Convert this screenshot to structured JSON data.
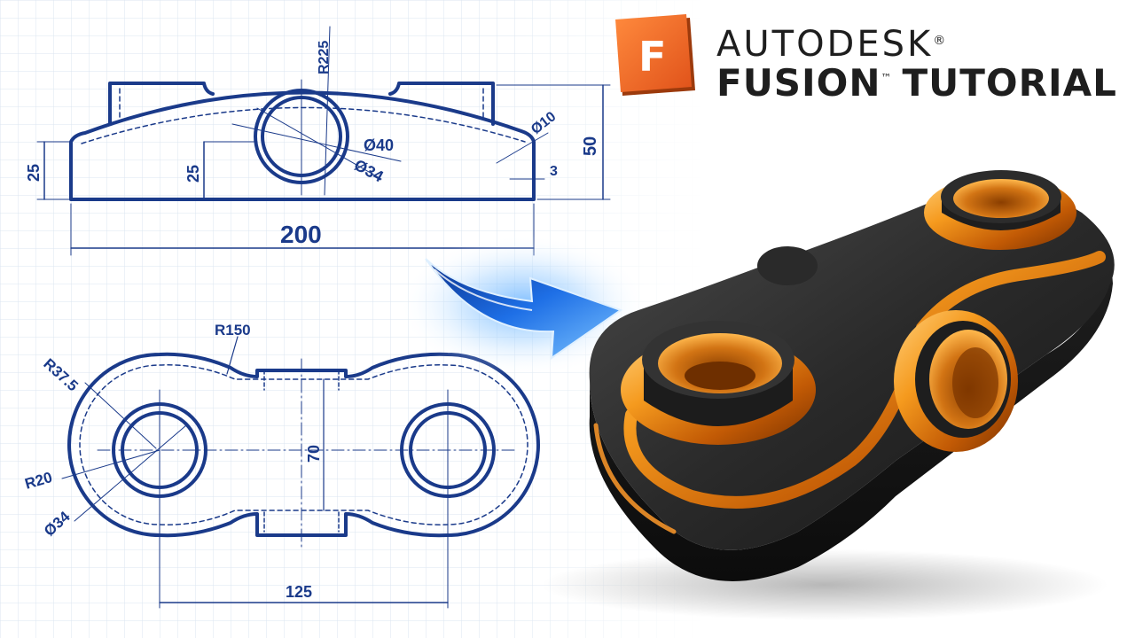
{
  "brand": {
    "logo_letter": "F",
    "line1": "AUTODESK",
    "registered_mark": "®",
    "product": "FUSION",
    "trademark": "™",
    "suffix": "TUTORIAL"
  },
  "drawing_top": {
    "dimensions": {
      "radius_top": "R225",
      "height_left": "25",
      "height_inner": "25",
      "bore_outer": "Ø40",
      "bore_inner": "Ø34",
      "fillet": "Ø10",
      "total_height": "50",
      "offset": "3",
      "width": "200"
    }
  },
  "drawing_bottom": {
    "dimensions": {
      "radius_waist": "R150",
      "radius_end": "R37.5",
      "radius_hole": "R20",
      "hole_diameter": "Ø34",
      "waist_width": "70",
      "hole_spacing": "125"
    }
  },
  "colors": {
    "blueprint": "#1a3a8a",
    "grid": "#d6e2ef",
    "accent_orange": "#ff8c00",
    "logo_orange": "#f26a21",
    "part_black": "#1c1c1c",
    "copper": "#e07a10",
    "arrow_blue": "#1f6fe0"
  }
}
